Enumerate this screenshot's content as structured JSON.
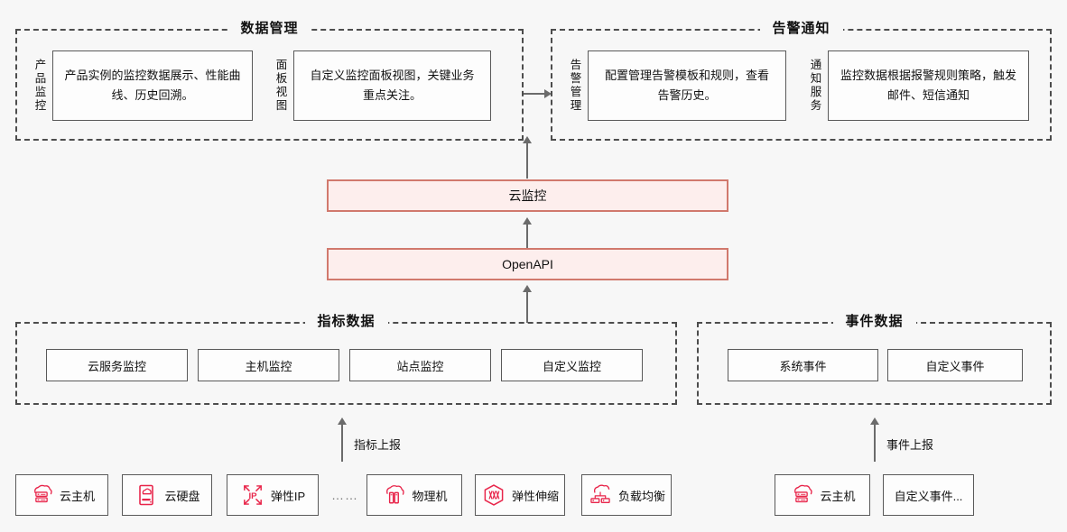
{
  "accent": {
    "pink_border": "#d1796d",
    "pink_fill": "#fdeeed",
    "box_border": "#595959",
    "dashed_border": "#4d4d4d",
    "icon_red": "#e8254a",
    "page_bg": "#f7f7f7"
  },
  "groups": {
    "data_management": {
      "title": "数据管理",
      "features": [
        {
          "label": "产品监控",
          "label_chars": [
            "产",
            "品",
            "监",
            "控"
          ],
          "text": "产品实例的监控数据展示、性能曲线、历史回溯。"
        },
        {
          "label": "面板视图",
          "label_chars": [
            "面",
            "板",
            "视",
            "图"
          ],
          "text": "自定义监控面板视图，关键业务重点关注。"
        }
      ]
    },
    "alarm_notification": {
      "title": "告警通知",
      "features": [
        {
          "label": "告警管理",
          "label_chars": [
            "告",
            "警",
            "管",
            "理"
          ],
          "text": "配置管理告警模板和规则，查看告警历史。"
        },
        {
          "label": "通知服务",
          "label_chars": [
            "通",
            "知",
            "服",
            "务"
          ],
          "text": "监控数据根据报警规则策略，触发邮件、短信通知"
        }
      ]
    },
    "metric_data": {
      "title": "指标数据",
      "items": [
        {
          "label": "云服务监控"
        },
        {
          "label": "主机监控"
        },
        {
          "label": "站点监控"
        },
        {
          "label": "自定义监控"
        }
      ]
    },
    "event_data": {
      "title": "事件数据",
      "items": [
        {
          "label": "系统事件"
        },
        {
          "label": "自定义事件"
        }
      ]
    }
  },
  "core": {
    "cloud_monitor": "云监控",
    "open_api": "OpenAPI"
  },
  "flows": {
    "metric_report": "指标上报",
    "event_report": "事件上报",
    "ellipsis": "……"
  },
  "sources": {
    "metric": [
      {
        "label": "云主机",
        "icon": "cloud-server-icon"
      },
      {
        "label": "云硬盘",
        "icon": "cloud-disk-icon"
      },
      {
        "label": "弹性IP",
        "icon": "elastic-ip-icon"
      },
      {
        "label": "物理机",
        "icon": "bare-metal-icon"
      },
      {
        "label": "弹性伸缩",
        "icon": "auto-scaling-icon"
      },
      {
        "label": "负载均衡",
        "icon": "load-balancer-icon"
      }
    ],
    "event": [
      {
        "label": "云主机",
        "icon": "cloud-server-icon"
      },
      {
        "label": "自定义事件...",
        "icon": "none"
      }
    ]
  }
}
